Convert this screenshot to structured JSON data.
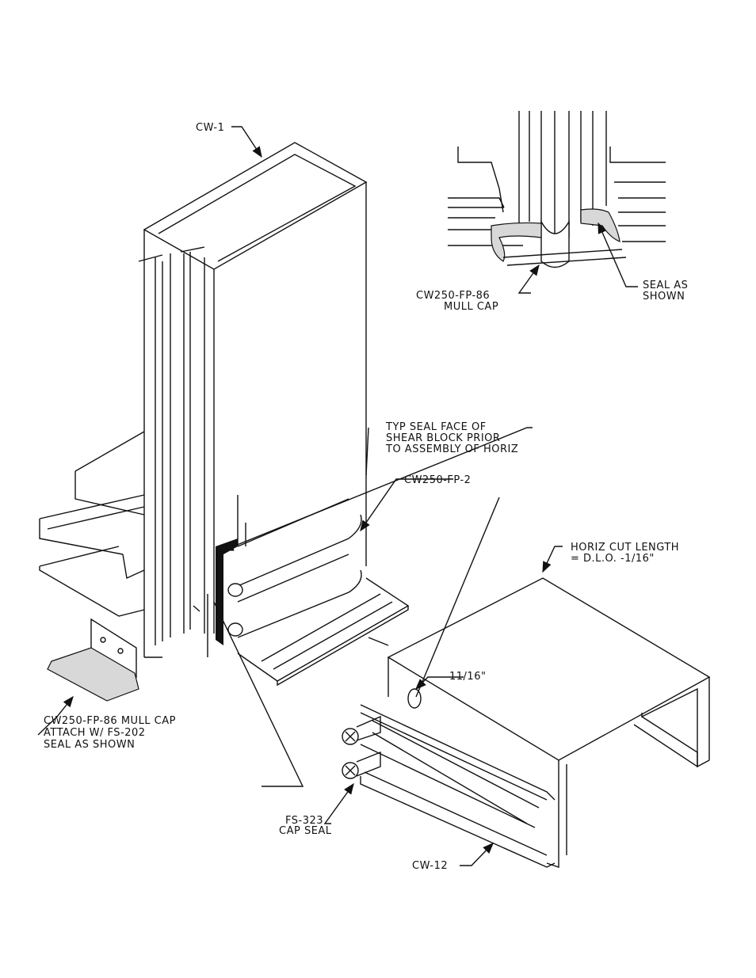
{
  "labels": {
    "cw1": "CW-1",
    "mull_cap_detail_1": "CW250-FP-86",
    "mull_cap_detail_2": "MULL CAP",
    "seal_as_1": "SEAL AS",
    "seal_as_2": "SHOWN",
    "typ_seal_1": "TYP SEAL FACE OF",
    "typ_seal_2": "SHEAR BLOCK PRIOR",
    "typ_seal_3": "TO ASSEMBLY OF HORIZ",
    "fp2": "CW250-FP-2",
    "horiz_cut_1": "HORIZ CUT LENGTH",
    "horiz_cut_2": "= D.L.O. -1/16\"",
    "dim_11_16": "11/16\"",
    "mull_cap_attach_1": "CW250-FP-86 MULL CAP",
    "mull_cap_attach_2": "ATTACH W/ FS-202",
    "mull_cap_attach_3": "SEAL AS SHOWN",
    "fs323_1": "FS-323",
    "fs323_2": "CAP SEAL",
    "cw12": "CW-12"
  }
}
